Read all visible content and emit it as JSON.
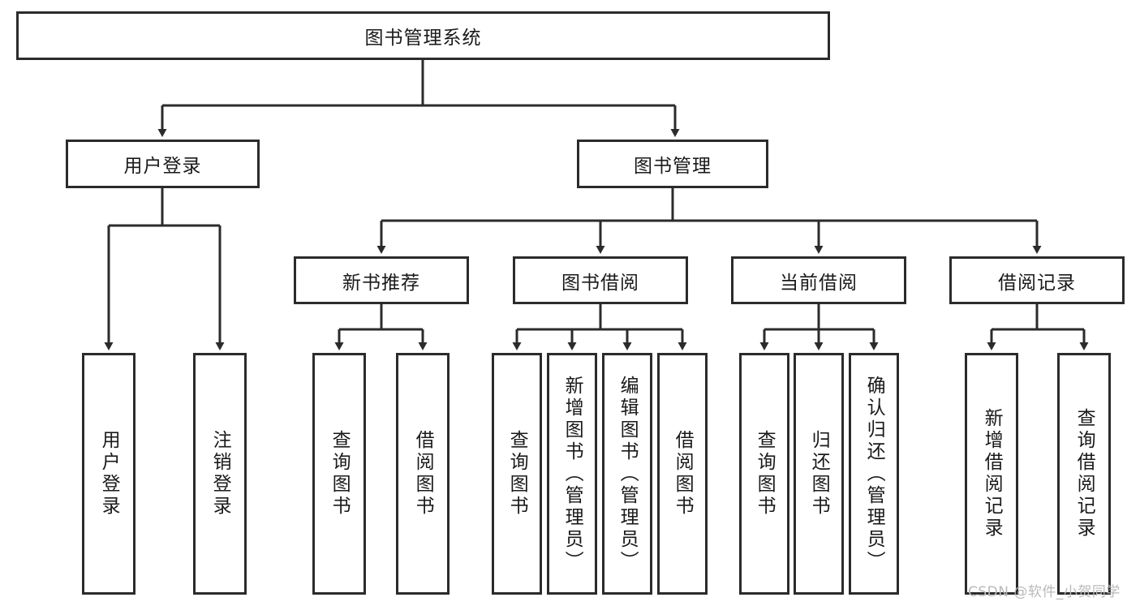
{
  "diagram": {
    "title": "图书管理系统",
    "type": "tree-hierarchy-diagram",
    "colors": {
      "box_border": "#2b2b2b",
      "box_fill": "#ffffff",
      "connector": "#2b2b2b",
      "text": "#1a1a1a",
      "watermark": "#b9b9b9"
    },
    "root": {
      "label": "图书管理系统"
    },
    "level2": [
      {
        "id": "user-login",
        "label": "用户登录"
      },
      {
        "id": "book-manage",
        "label": "图书管理"
      }
    ],
    "level3": [
      {
        "id": "new-book-rec",
        "label": "新书推荐"
      },
      {
        "id": "book-borrow",
        "label": "图书借阅"
      },
      {
        "id": "current-borrow",
        "label": "当前借阅"
      },
      {
        "id": "borrow-record",
        "label": "借阅记录"
      }
    ],
    "leaves": [
      {
        "id": "leaf-user-login",
        "label": "用户登录"
      },
      {
        "id": "leaf-logout",
        "label": "注销登录"
      },
      {
        "id": "leaf-query-book-1",
        "label": "查询图书"
      },
      {
        "id": "leaf-borrow-book-1",
        "label": "借阅图书"
      },
      {
        "id": "leaf-query-book-2",
        "label": "查询图书"
      },
      {
        "id": "leaf-add-book",
        "label": "新增图书（管理员）"
      },
      {
        "id": "leaf-edit-book",
        "label": "编辑图书（管理员）"
      },
      {
        "id": "leaf-borrow-book-2",
        "label": "借阅图书"
      },
      {
        "id": "leaf-query-book-3",
        "label": "查询图书"
      },
      {
        "id": "leaf-return-book",
        "label": "归还图书"
      },
      {
        "id": "leaf-confirm-return",
        "label": "确认归还（管理员）"
      },
      {
        "id": "leaf-add-record",
        "label": "新增借阅记录"
      },
      {
        "id": "leaf-query-record",
        "label": "查询借阅记录"
      }
    ]
  },
  "watermark": {
    "text": "CSDN @软件_小贺同学"
  }
}
